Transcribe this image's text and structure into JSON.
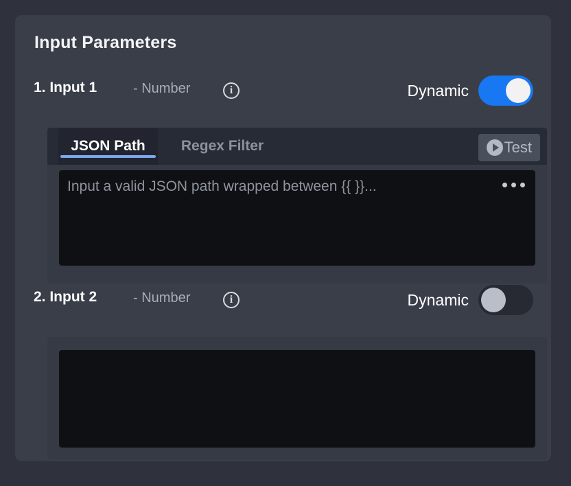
{
  "card": {
    "title": "Input Parameters"
  },
  "parameters": [
    {
      "index_label": "1. Input 1",
      "type_label": "- Number",
      "info_icon": "info-icon",
      "info_glyph": "i",
      "dynamic_label": "Dynamic",
      "dynamic_on": true,
      "tabs": [
        {
          "label": "JSON Path",
          "active": true
        },
        {
          "label": "Regex Filter",
          "active": false
        }
      ],
      "test_button": {
        "label": "Test",
        "icon": "play-circle-icon"
      },
      "editor": {
        "value": "",
        "placeholder": "Input a valid JSON path wrapped between {{ }}...",
        "overflow_menu_icon": "ellipsis-icon"
      }
    },
    {
      "index_label": "2. Input 2",
      "type_label": "- Number",
      "info_icon": "info-icon",
      "info_glyph": "i",
      "dynamic_label": "Dynamic",
      "dynamic_on": false,
      "editor": {
        "value": "",
        "placeholder": ""
      }
    }
  ],
  "colors": {
    "page_background": "#2f323c",
    "card_background": "#3a3e49",
    "panel_background": "#363a45",
    "tabbar_background": "#272b36",
    "editor_background": "#0e1014",
    "toggle_on": "#1877f2",
    "toggle_off": "#272a33",
    "tab_active_underline": "#7aa7f0",
    "muted_text": "#a9adb8"
  }
}
